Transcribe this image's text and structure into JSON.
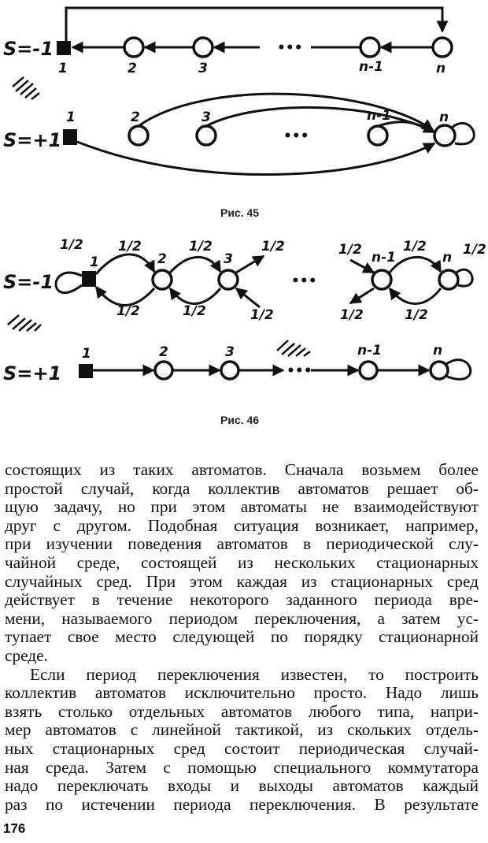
{
  "fig45": {
    "caption": "Рис. 45",
    "state_minus": "S=-1",
    "state_plus": "S=+1",
    "top_labels": [
      "1",
      "2",
      "3",
      "n-1",
      "n"
    ],
    "bottom_labels": [
      "1",
      "2",
      "3",
      "n-1",
      "n"
    ],
    "ellipsis": "•••"
  },
  "fig46": {
    "caption": "Рис. 46",
    "state_minus": "S=-1",
    "state_plus": "S=+1",
    "top_labels": [
      "1",
      "2",
      "3",
      "n-1",
      "n"
    ],
    "bottom_labels": [
      "1",
      "2",
      "3",
      "n-1",
      "n"
    ],
    "prob": "1/2",
    "ellipsis": "•••"
  },
  "body": {
    "lines": [
      "состоящих из таких автоматов. Сначала возьмем более",
      "простой случай, когда коллектив автоматов решает об-",
      "щую задачу, но при этом автоматы не взаимодействуют",
      "друг с другом. Подобная ситуация возникает, например,",
      "при изучении поведения автоматов в периодической слу-",
      "чайной среде, состоящей из нескольких стационарных",
      "случайных сред. При этом каждая из стационарных сред",
      "действует в течение некоторого заданного периода вре-",
      "мени, называемого периодом переключения, а затем ус-",
      "тупает свое место следующей по порядку стационарной",
      "среде.",
      "Если период переключения известен, то построить",
      "коллектив автоматов исключительно просто. Надо лишь",
      "взять столько отдельных автоматов любого типа, напри-",
      "мер автоматов с линейной тактикой, из скольких отдель-",
      "ных стационарных сред состоит периодическая случай-",
      "ная среда. Затем с помощью специального коммутатора",
      "надо переключать входы и выходы автоматов каждый",
      "раз по истечении периода переключения. В результате"
    ]
  },
  "page_number": "176"
}
